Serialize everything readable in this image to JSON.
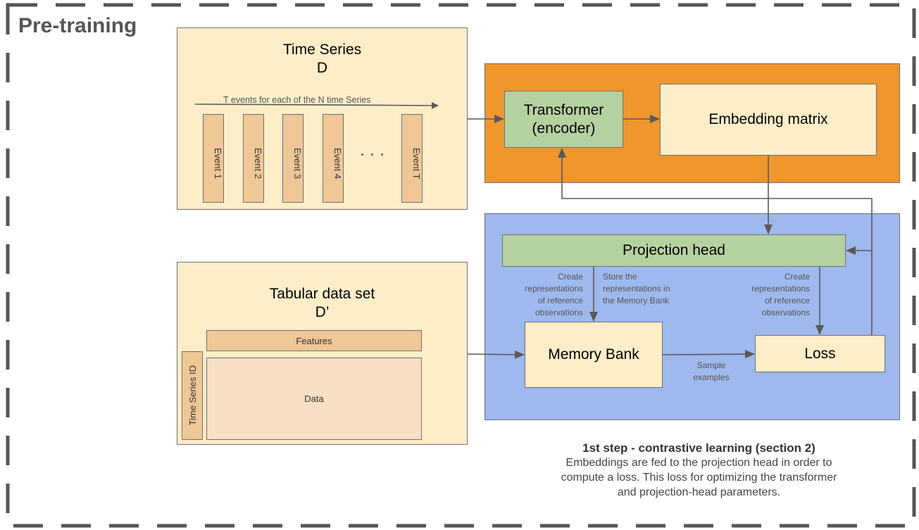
{
  "section_title": "Pre-training",
  "colors": {
    "cream": "#fdeec8",
    "peach": "#f0c796",
    "orange": "#ef962d",
    "blue": "#9fb8ed",
    "green": "#b5d1a0",
    "line": "#595959",
    "frame": "#555555"
  },
  "time_series": {
    "title": "Time Series",
    "symbol": "D",
    "arrow_label": "T events for each of the N time Series",
    "events": [
      "Event 1",
      "Event 2",
      "Event 3",
      "Event 4",
      "Event T"
    ],
    "ellipsis": ". . ."
  },
  "tabular": {
    "title": "Tabular data set",
    "symbol": "D’",
    "features_label": "Features",
    "data_label": "Data",
    "id_label": "Time Series ID"
  },
  "encoder_block": {
    "transformer_line1": "Transformer",
    "transformer_line2": "(encoder)",
    "embedding": "Embedding matrix"
  },
  "contrastive_block": {
    "projection_head": "Projection head",
    "memory_bank": "Memory Bank",
    "loss": "Loss",
    "label_create_left": [
      "Create",
      "representations",
      "of reference",
      "observations"
    ],
    "label_store": [
      "Store the",
      "representations in",
      "the Memory Bank"
    ],
    "label_create_right": [
      "Create",
      "representations",
      "of reference",
      "observations"
    ],
    "label_sample": [
      "Sample",
      "examples"
    ]
  },
  "caption": {
    "title": "1st step - contrastive learning (section 2)",
    "body_lines": [
      "Embeddings are fed to the projection head in order to",
      "compute a loss. This loss for optimizing the transformer",
      "and projection-head parameters."
    ]
  }
}
